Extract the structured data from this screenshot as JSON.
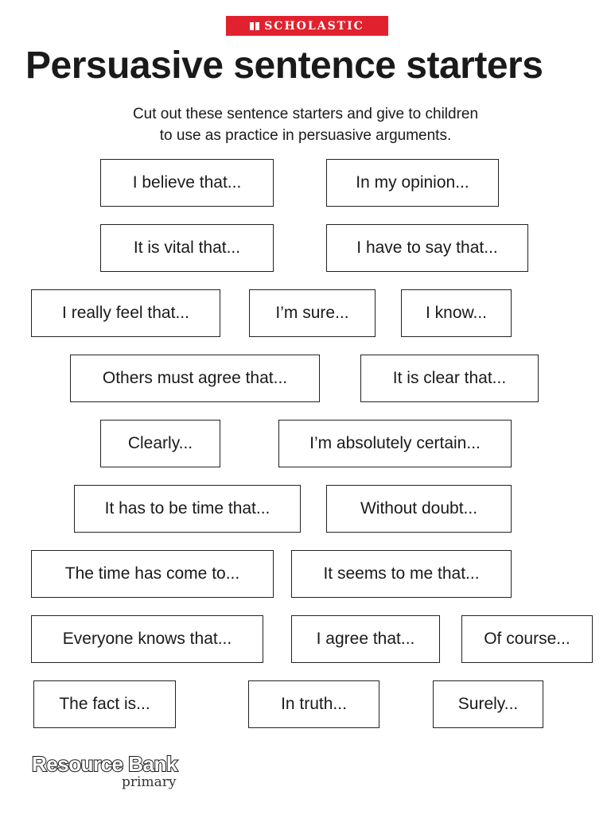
{
  "brand": {
    "logo_text": "SCHOLASTIC"
  },
  "title": "Persuasive sentence starters",
  "subtitle": {
    "line1": "Cut out these sentence starters and give to children",
    "line2": "to use as practice in persuasive arguments."
  },
  "starters": [
    "I believe that...",
    "In my opinion...",
    "It is vital that...",
    "I have to say that...",
    "I really feel that...",
    "I’m sure...",
    "I know...",
    "Others must agree that...",
    "It is clear that...",
    "Clearly...",
    "I’m absolutely certain...",
    "It has to be time that...",
    "Without doubt...",
    "The time has come to...",
    "It seems to me that...",
    "Everyone knows that...",
    "I agree that...",
    "Of course...",
    "The fact is...",
    "In truth...",
    "Surely..."
  ],
  "footer": {
    "brand": "Resource Bank",
    "sub": "primary"
  }
}
